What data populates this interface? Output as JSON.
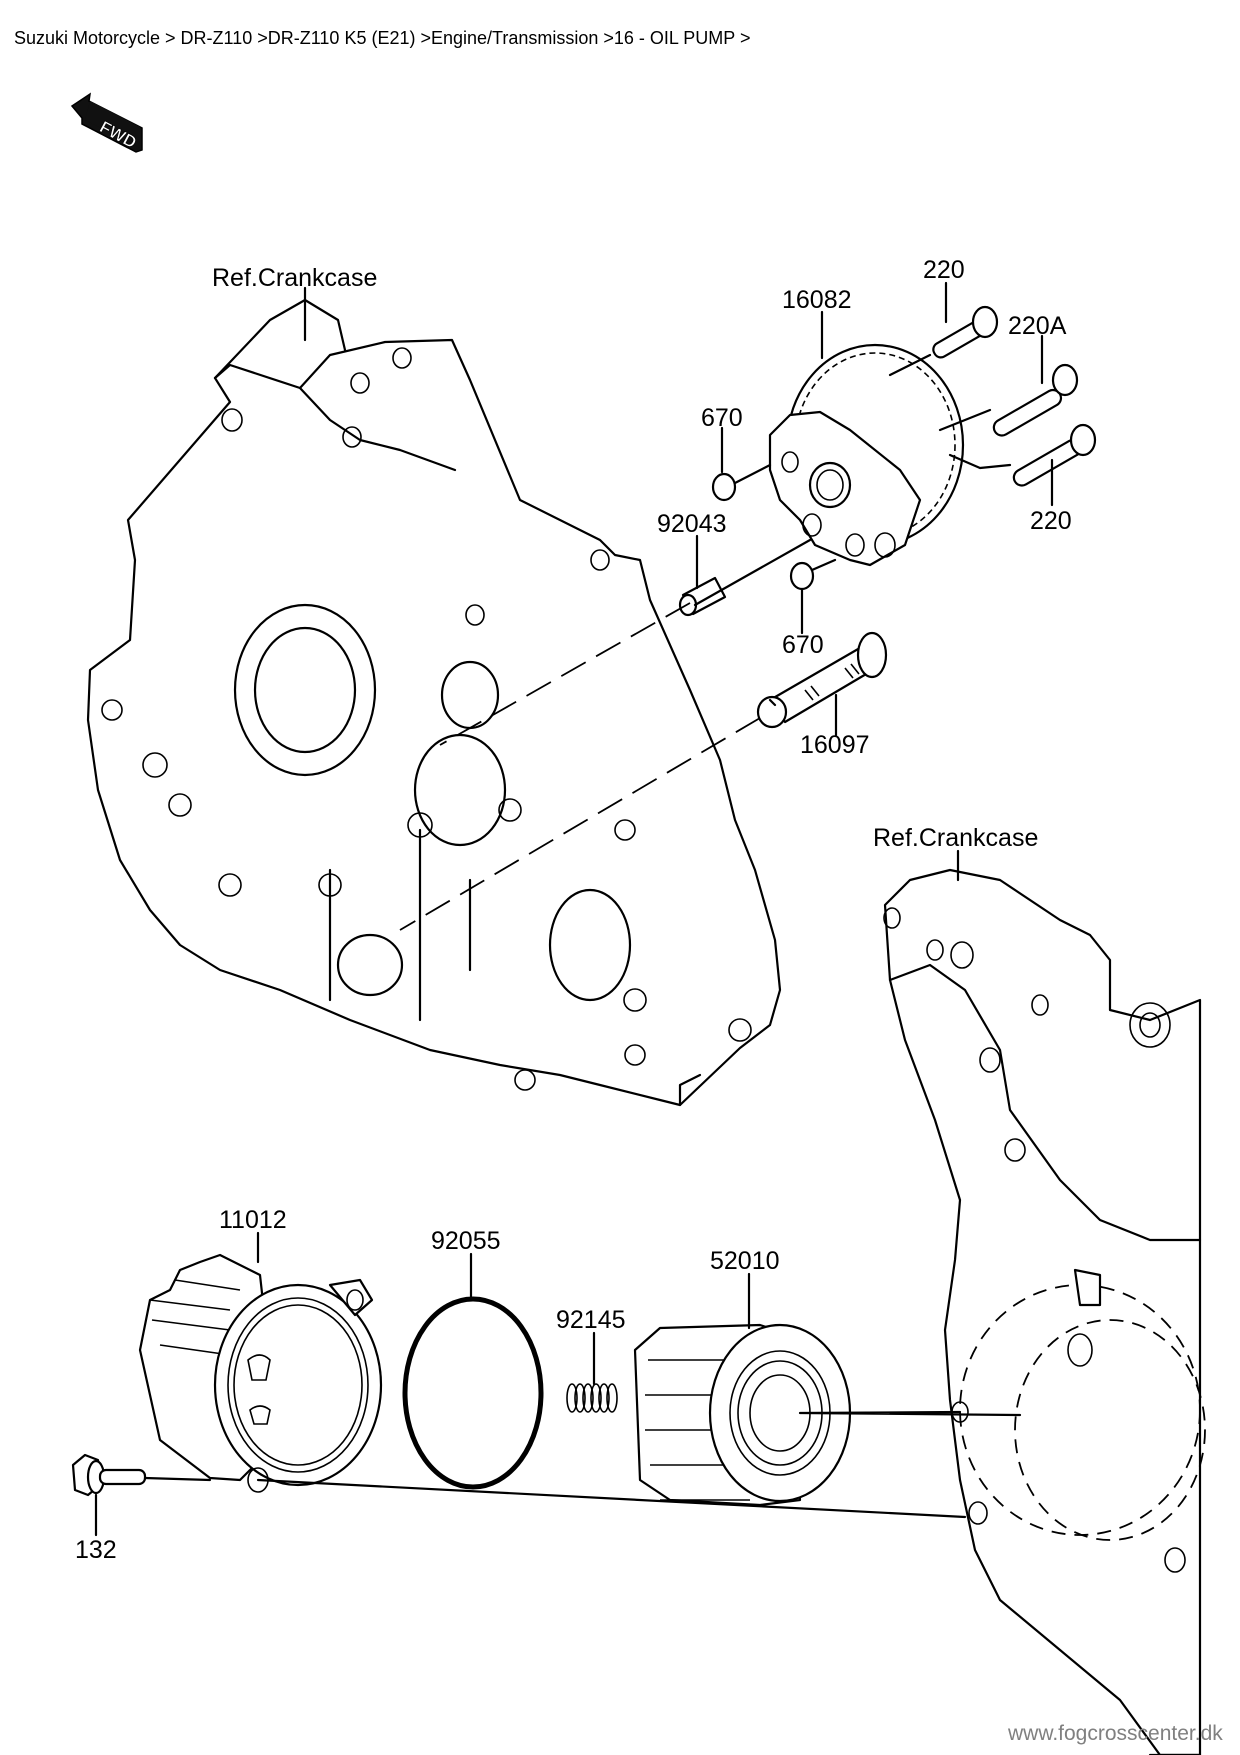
{
  "breadcrumb": {
    "text": "Suzuki Motorcycle > DR-Z110 >DR-Z110 K5 (E21) >Engine/Transmission >16 - OIL PUMP >",
    "items": [
      "Suzuki Motorcycle",
      "DR-Z110",
      "DR-Z110 K5 (E21)",
      "Engine/Transmission",
      "16 - OIL PUMP"
    ]
  },
  "orientation": {
    "icon": "fwd-arrow-icon",
    "label": "FWD"
  },
  "diagram": {
    "title": "16 - OIL PUMP",
    "references": [
      {
        "id": "ref-crankcase-left",
        "label": "Ref.Crankcase"
      },
      {
        "id": "ref-crankcase-right",
        "label": "Ref.Crankcase"
      }
    ],
    "part_callouts": [
      {
        "id": "p220-top",
        "number": "220"
      },
      {
        "id": "p16082",
        "number": "16082"
      },
      {
        "id": "p220a",
        "number": "220A"
      },
      {
        "id": "p670-upper",
        "number": "670"
      },
      {
        "id": "p220-lower",
        "number": "220"
      },
      {
        "id": "p92043",
        "number": "92043"
      },
      {
        "id": "p670-lower",
        "number": "670"
      },
      {
        "id": "p16097",
        "number": "16097"
      },
      {
        "id": "p11012",
        "number": "11012"
      },
      {
        "id": "p92055",
        "number": "92055"
      },
      {
        "id": "p52010",
        "number": "52010"
      },
      {
        "id": "p92145",
        "number": "92145"
      },
      {
        "id": "p132",
        "number": "132"
      }
    ]
  },
  "footer": {
    "website": "www.fogcrosscenter.dk"
  }
}
